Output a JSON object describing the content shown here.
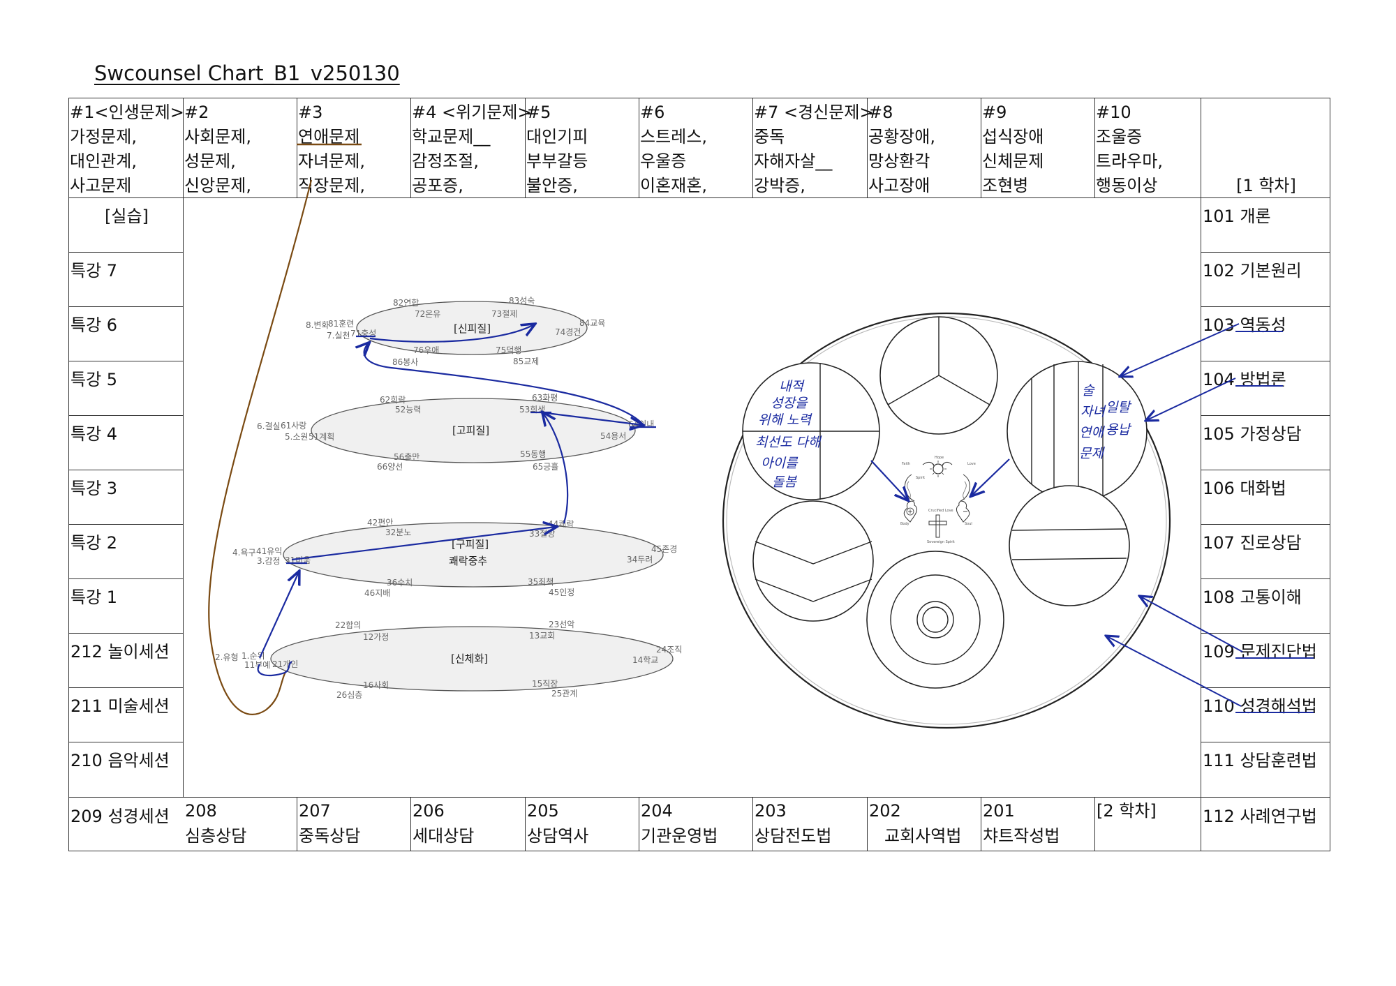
{
  "title": "Swcounsel Chart_B1_v250130",
  "header_cells": [
    {
      "lines": [
        "#1<인생문제>",
        "가정문제,",
        "대인관계,",
        "사고문제"
      ]
    },
    {
      "lines": [
        "#2",
        "사회문제,",
        "성문제,",
        "신앙문제,"
      ]
    },
    {
      "lines": [
        "#3",
        "연애문제",
        "자녀문제,",
        "직장문제,"
      ]
    },
    {
      "lines": [
        "#4 <위기문제>",
        "학교문제__",
        "감정조절,",
        "공포증,"
      ]
    },
    {
      "lines": [
        "#5",
        "대인기피",
        "부부갈등",
        "불안증,"
      ]
    },
    {
      "lines": [
        "#6",
        "스트레스,",
        "우울증",
        "이혼재혼,"
      ]
    },
    {
      "lines": [
        "#7 <경신문제>",
        "중독",
        "자해자살__",
        "강박증,"
      ]
    },
    {
      "lines": [
        "#8",
        "공황장애,",
        "망상환각",
        "사고장애"
      ]
    },
    {
      "lines": [
        "#9",
        "섭식장애",
        "신체문제",
        "조현병"
      ]
    },
    {
      "lines": [
        "#10",
        "조울증",
        "트라우마,",
        "행동이상"
      ]
    },
    {
      "lines": [
        "",
        "",
        "",
        "[1 학차]"
      ]
    }
  ],
  "left_column": [
    "[실습]",
    "특강 7",
    "특강 6",
    "특강 5",
    "특강 4",
    "특강 3",
    "특강 2",
    "특강 1",
    "212 놀이세션",
    "211 미술세션",
    "210 음악세션",
    "209 성경세션"
  ],
  "right_column": [
    "101 개론",
    "102 기본원리",
    "103 역동성",
    "104 방법론",
    "105 가정상담",
    "106 대화법",
    "107 진로상담",
    "108 고통이해",
    "109 문제진단법",
    "110 성경해석법",
    "111 상담훈련법",
    "112 사례연구법"
  ],
  "bottom_row": [
    {
      "num": "208",
      "name": "심층상담"
    },
    {
      "num": "207",
      "name": "중독상담"
    },
    {
      "num": "206",
      "name": "세대상담"
    },
    {
      "num": "205",
      "name": "상담역사"
    },
    {
      "num": "204",
      "name": "기관운영법"
    },
    {
      "num": "203",
      "name": "상담전도법"
    },
    {
      "num": "202",
      "name": "교회사역법"
    },
    {
      "num": "201",
      "name": "챠트작성법"
    },
    {
      "num": "[2 학차]",
      "name": ""
    }
  ],
  "ellipses": [
    {
      "label": "[신피질]",
      "sublabel": "",
      "nodes": [
        "82연합",
        "83성숙",
        "72온유",
        "73절제",
        "8.변화",
        "81훈련",
        "7.실천",
        "71충성",
        "84교육",
        "74경건",
        "76우애",
        "75덕행",
        "86봉사",
        "85교제"
      ]
    },
    {
      "label": "[고피질]",
      "sublabel": "",
      "nodes": [
        "62희락",
        "63화평",
        "52능력",
        "53희생",
        "6.결실",
        "61사랑",
        "64인내",
        "5.소원",
        "51계획",
        "54용서",
        "56출만",
        "55동행",
        "66양선",
        "65긍휼"
      ]
    },
    {
      "label": "[구피질]",
      "sublabel": "쾌락중추",
      "nodes": [
        "42편안",
        "44쾌락",
        "32분노",
        "33절망",
        "4.욕구",
        "41유익",
        "3.감정",
        "31미움",
        "45존경",
        "34두려",
        "36수치",
        "35죄책",
        "46지배",
        "45인정"
      ]
    },
    {
      "label": "[신체화]",
      "sublabel": "",
      "nodes": [
        "22합의",
        "23선악",
        "12가정",
        "13교회",
        "2.유형",
        "1.순위",
        "11부예",
        "21개인",
        "24조직",
        "14학교",
        "16사회",
        "15직장",
        "26심층",
        "25관계"
      ]
    }
  ],
  "handwriting": {
    "left_circle": [
      "내적",
      "성장을",
      "위해 노력",
      "최선도 다해",
      "아이를",
      "돌봄"
    ],
    "right_circle": [
      "술",
      "자녀",
      "연애",
      "문제",
      "일탈",
      "용납"
    ]
  },
  "center_small_text": [
    "Faith",
    "Hope",
    "Love",
    "Spirit",
    "Body",
    "Soul",
    "Crucified Love",
    "Sovereign Spirit"
  ],
  "colors": {
    "ink_blue": "#1a2aa0",
    "brown": "#7a4a12",
    "ellipse_fill": "#f0f0f0",
    "grid": "#333333"
  }
}
